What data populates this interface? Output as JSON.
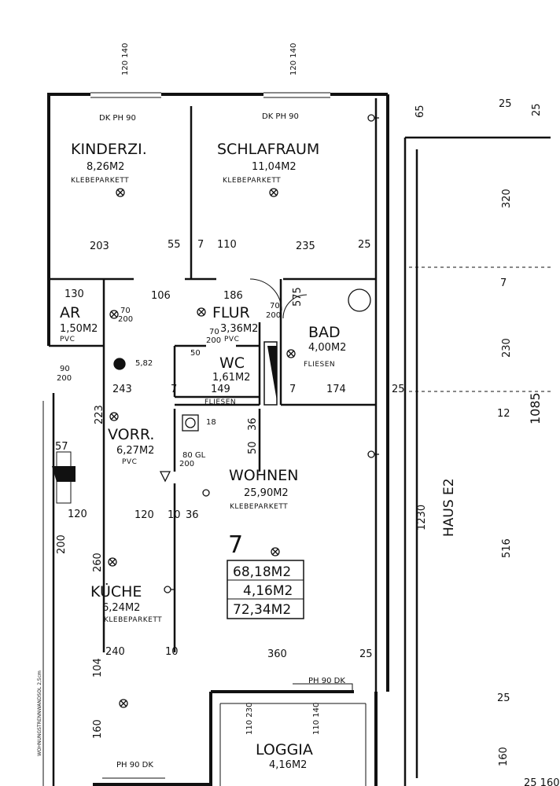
{
  "rooms": {
    "kinderzi": {
      "name": "KINDERZI.",
      "area": "8,26M2",
      "floor": "KLEBEPARKETT"
    },
    "schlafraum": {
      "name": "SCHLAFRAUM",
      "area": "11,04M2",
      "floor": "KLEBEPARKETT"
    },
    "ar": {
      "name": "AR",
      "area": "1,50M2",
      "floor": "PVC"
    },
    "flur": {
      "name": "FLUR",
      "area": "3,36M2",
      "floor": "PVC"
    },
    "bad": {
      "name": "BAD",
      "area": "4,00M2",
      "floor": "FLIESEN"
    },
    "wc": {
      "name": "WC",
      "area": "1,61M2",
      "floor": "FLIESEN"
    },
    "vorr": {
      "name": "VORR.",
      "area": "6,27M2",
      "floor": "PVC"
    },
    "wohnen": {
      "name": "WOHNEN",
      "area": "25,90M2",
      "floor": "KLEBEPARKETT"
    },
    "kueche": {
      "name": "KÜCHE",
      "area": "6,24M2",
      "floor": "KLEBEPARKETT"
    },
    "loggia": {
      "name": "LOGGIA",
      "area": "4,16M2"
    }
  },
  "unit": {
    "number": "7",
    "area_living": "68,18M2",
    "area_loggia": "4,16M2",
    "area_total": "72,34M2"
  },
  "house_label": "HAUS E2",
  "side_text": "WOHNUNGSTRENNWANDSOL 2,5cm",
  "doors": {
    "kinderzi": "DK PH 90",
    "schlafraum": "DK PH 90",
    "wohnen": "PH 90 DK",
    "kueche": "PH 90 DK"
  },
  "vertical_labels": {
    "top_left_window": "120 140",
    "top_right_window": "120 140",
    "loggia_left": "110 230",
    "loggia_right": "110 140",
    "dim_65": "65",
    "dim_320": "320",
    "dim_230": "230",
    "dim_1230": "1230",
    "dim_1085": "1085",
    "dim_516": "516",
    "dim_160_right": "160",
    "dim_223": "223",
    "dim_260": "260",
    "dim_104": "104",
    "dim_160_left": "160",
    "dim_200_left": "200",
    "dim_50": "50",
    "dim_36": "36",
    "dim_575": "575"
  },
  "dims": {
    "d203": "203",
    "d55": "55",
    "d7a": "7",
    "d110": "110",
    "d235": "235",
    "d25a": "25",
    "d130": "130",
    "d106": "106",
    "d186": "186",
    "d90_200": "90",
    "d200b": "200",
    "d243": "243",
    "d7b": "7",
    "d149": "149",
    "d7c": "7",
    "d174": "174",
    "d25b": "25",
    "d57": "57",
    "d120a": "120",
    "d120b": "120",
    "d10a": "10",
    "d36a": "36",
    "d80gl": "80 GL",
    "d200c": "200",
    "d240": "240",
    "d10b": "10",
    "d360": "360",
    "d25c": "25",
    "d25r1": "25",
    "d25r2": "25",
    "d7r": "7",
    "d12r": "12",
    "d25r3": "25",
    "d25r4": "25",
    "d160r": "25 160",
    "d_582": "5,82",
    "d_18": "18",
    "d_50": "50",
    "d70_200_flur": "70",
    "d200_flur": "200",
    "d70_200_ar": "70",
    "d200_ar": "200",
    "d70_200_wc": "70",
    "d200_wc": "200"
  }
}
